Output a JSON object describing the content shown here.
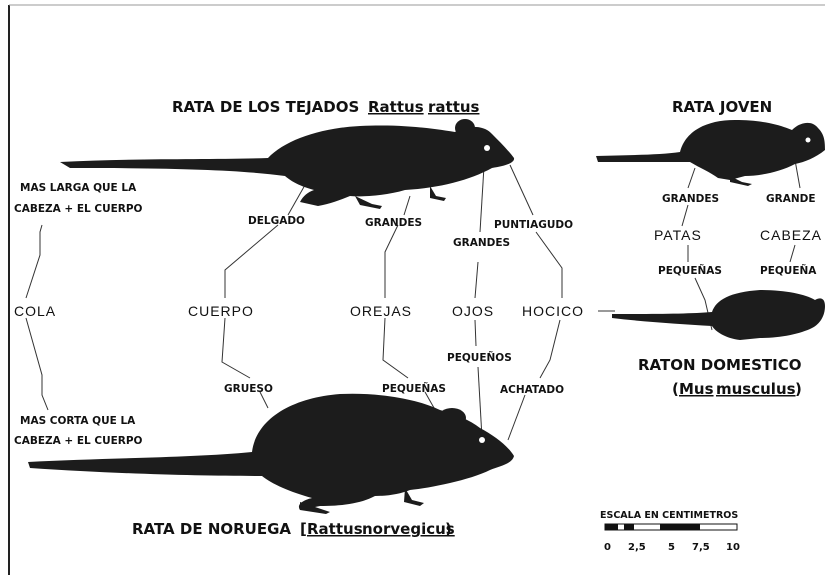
{
  "titles": {
    "roof_rat": "RATA DE LOS TEJADOS",
    "roof_rat_genus": "Rattus",
    "roof_rat_species": "rattus",
    "young_rat": "RATA JOVEN",
    "norway_rat": "RATA DE NORUEGA",
    "norway_open": "[",
    "norway_genus": "Rattus",
    "norway_species": "norvegicus",
    "norway_close": ")",
    "house_mouse": "RATON DOMESTICO",
    "mouse_open": "(",
    "mouse_genus": "Mus",
    "mouse_species": "musculus",
    "mouse_close": ")"
  },
  "features": {
    "cola": "COLA",
    "cuerpo": "CUERPO",
    "orejas": "OREJAS",
    "ojos": "OJOS",
    "hocico": "HOCICO",
    "patas": "PATAS",
    "cabeza": "CABEZA"
  },
  "roof_traits": {
    "tail_line1": "MAS LARGA QUE LA",
    "tail_line2": "CABEZA + EL CUERPO",
    "body": "DELGADO",
    "ears": "GRANDES",
    "eyes": "GRANDES",
    "snout": "PUNTIAGUDO"
  },
  "norway_traits": {
    "tail_line1": "MAS CORTA QUE LA",
    "tail_line2": "CABEZA + EL CUERPO",
    "body": "GRUESO",
    "ears": "PEQUEÑAS",
    "eyes": "PEQUEÑOS",
    "snout": "ACHATADO"
  },
  "young_traits": {
    "feet_large": "GRANDES",
    "head_large": "GRANDE",
    "feet_small": "PEQUEÑAS",
    "head_small": "PEQUEÑA"
  },
  "scale": {
    "title": "ESCALA EN CENTIMETROS",
    "ticks": [
      "0",
      "2,5",
      "5",
      "7,5",
      "10"
    ]
  },
  "colors": {
    "silhouette": "#1c1c1c",
    "line": "#333333",
    "text": "#111111"
  }
}
